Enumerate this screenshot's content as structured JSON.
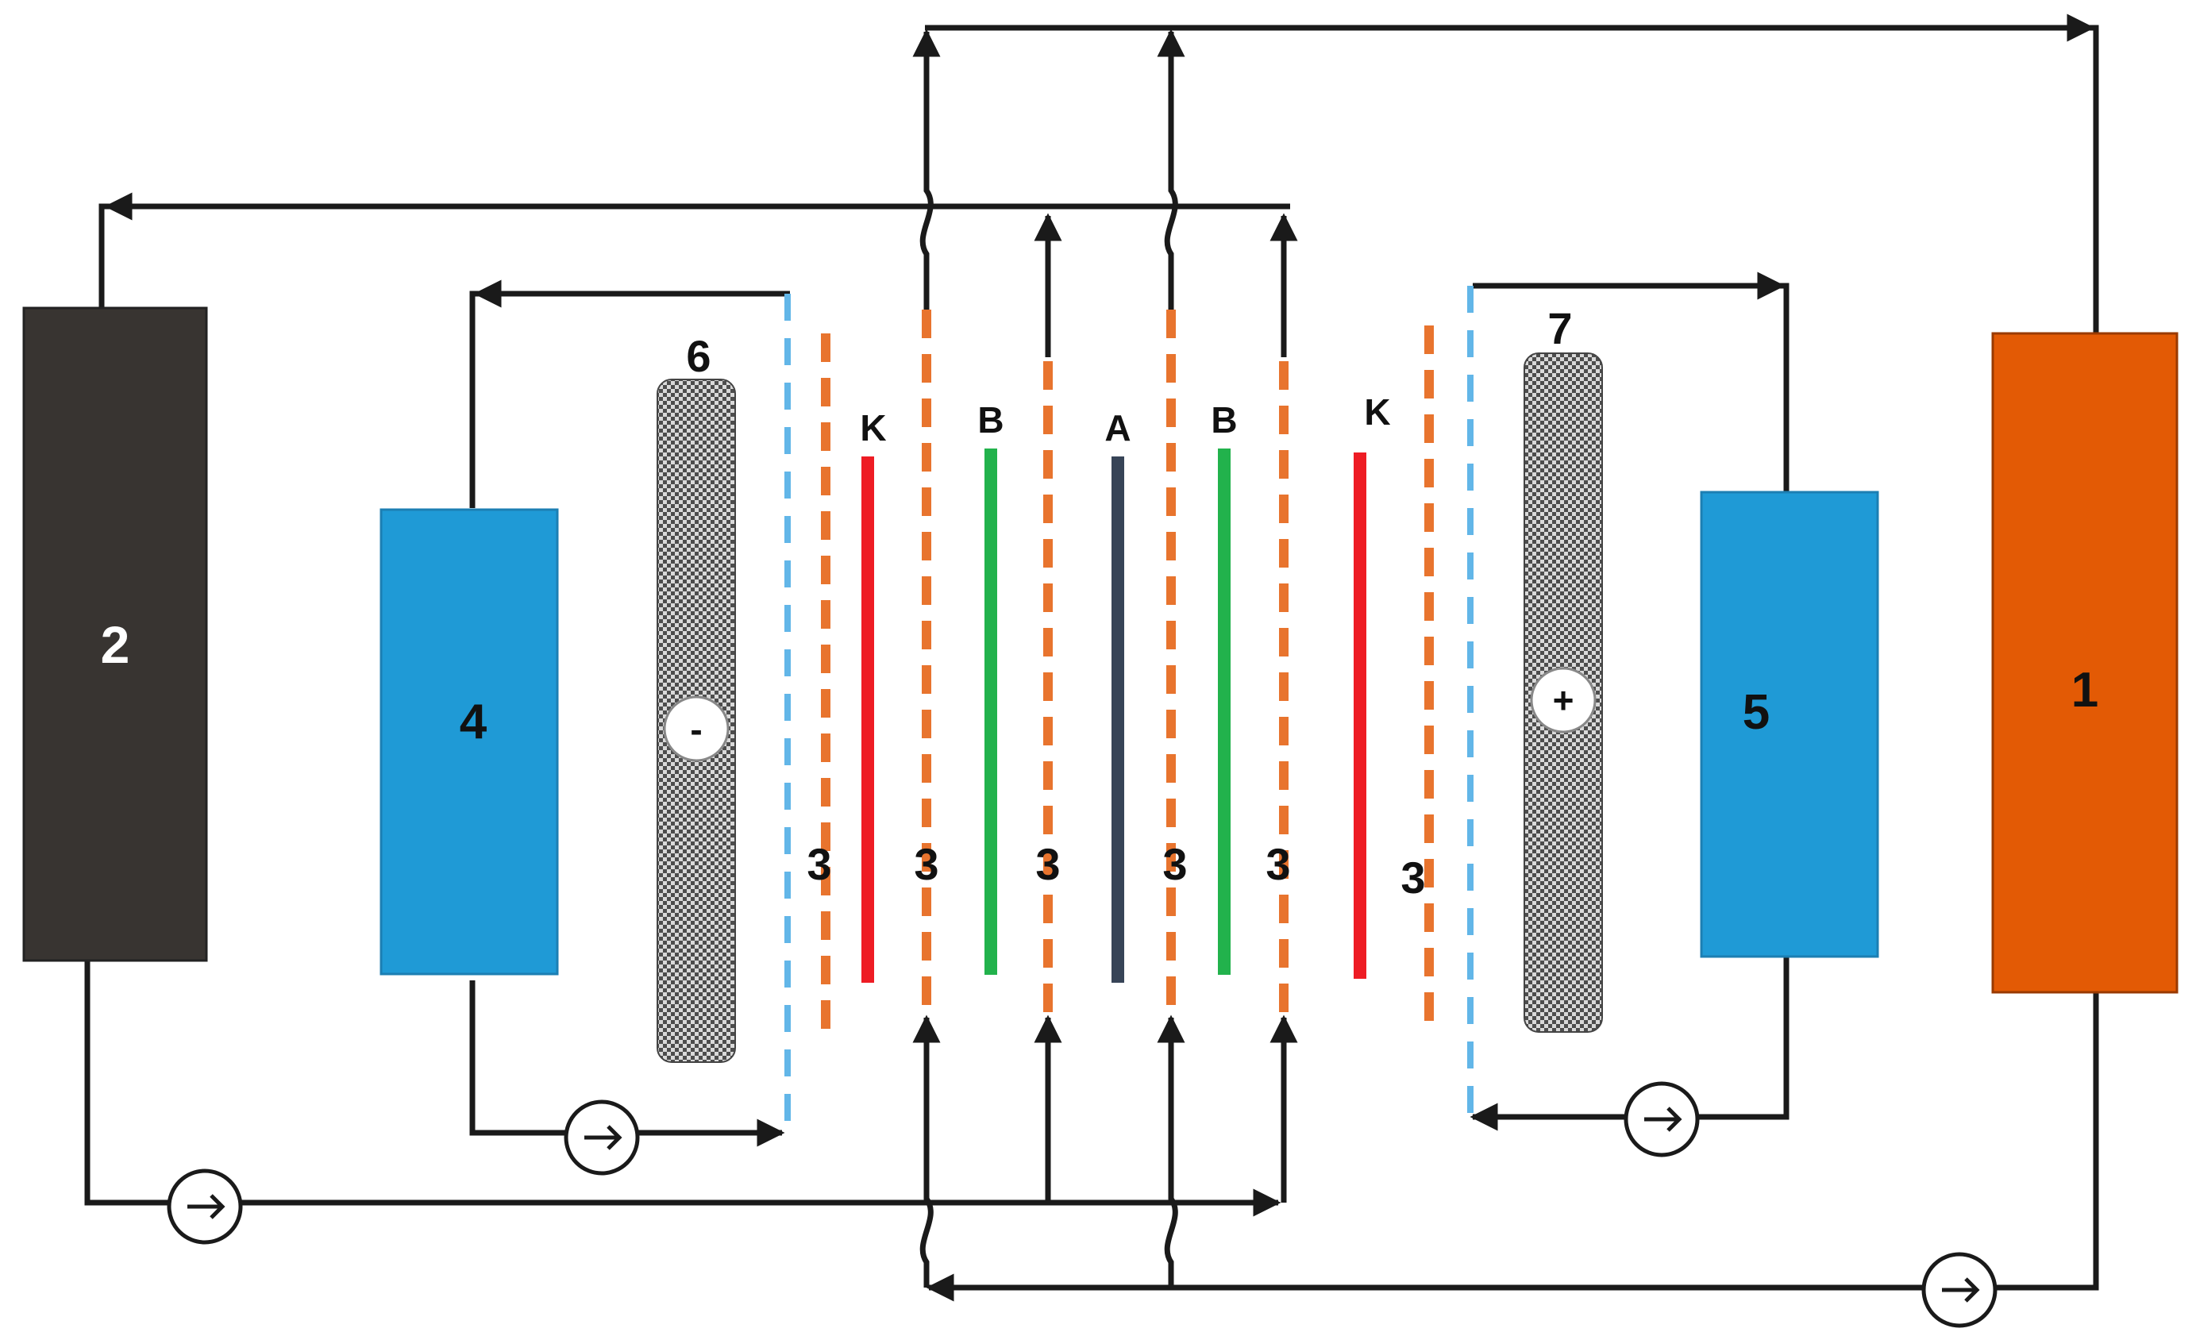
{
  "tanks": [
    {
      "id": "tank-1",
      "label": "1",
      "color": "#E35A05"
    },
    {
      "id": "tank-2",
      "label": "2",
      "color": "#383431"
    },
    {
      "id": "tank-4",
      "label": "4",
      "color": "#1F9AD6"
    },
    {
      "id": "tank-5",
      "label": "5",
      "color": "#1F9AD6"
    }
  ],
  "electrodes": {
    "cathode": {
      "number": "6",
      "sign": "-"
    },
    "anode": {
      "number": "7",
      "sign": "+"
    }
  },
  "spacer_label": "3",
  "membranes": [
    {
      "id": "k1",
      "letter": "K",
      "color": "#EE1C24"
    },
    {
      "id": "b1",
      "letter": "B",
      "color": "#22B24C"
    },
    {
      "id": "a",
      "letter": "A",
      "color": "#374457"
    },
    {
      "id": "b2",
      "letter": "B",
      "color": "#22B24C"
    },
    {
      "id": "k2",
      "letter": "K",
      "color": "#EE1C24"
    }
  ],
  "colors": {
    "line": "#1a1a1a",
    "spacer": "#E8742E",
    "electrode_chamber": "#62B6E8",
    "electrode_fill": "#7a7a7a"
  }
}
